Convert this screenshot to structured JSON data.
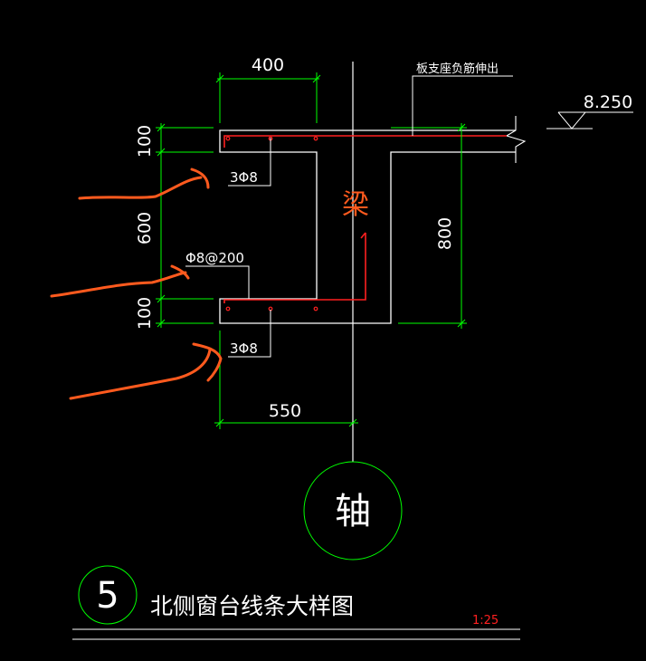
{
  "dimensions": {
    "top_width": "400",
    "bottom_width": "550",
    "left_100_top": "100",
    "left_600": "600",
    "left_100_bottom": "100",
    "right_height": "800"
  },
  "elevation": "8.250",
  "callout_slab_bar": "板支座负筋伸出",
  "beam_label": "梁",
  "axis_label": "轴",
  "rebar": {
    "top_longitudinal": "3Φ8",
    "stirrups": "Φ8@200",
    "bottom_longitudinal": "3Φ8"
  },
  "title": {
    "number": "5",
    "text": "北侧窗台线条大样图",
    "scale": "1:25"
  },
  "colors": {
    "background": "#000000",
    "outline": "#ffffff",
    "dimension": "#00ff00",
    "rebar": "#ff2020",
    "annotation": "#ff5a1e"
  }
}
